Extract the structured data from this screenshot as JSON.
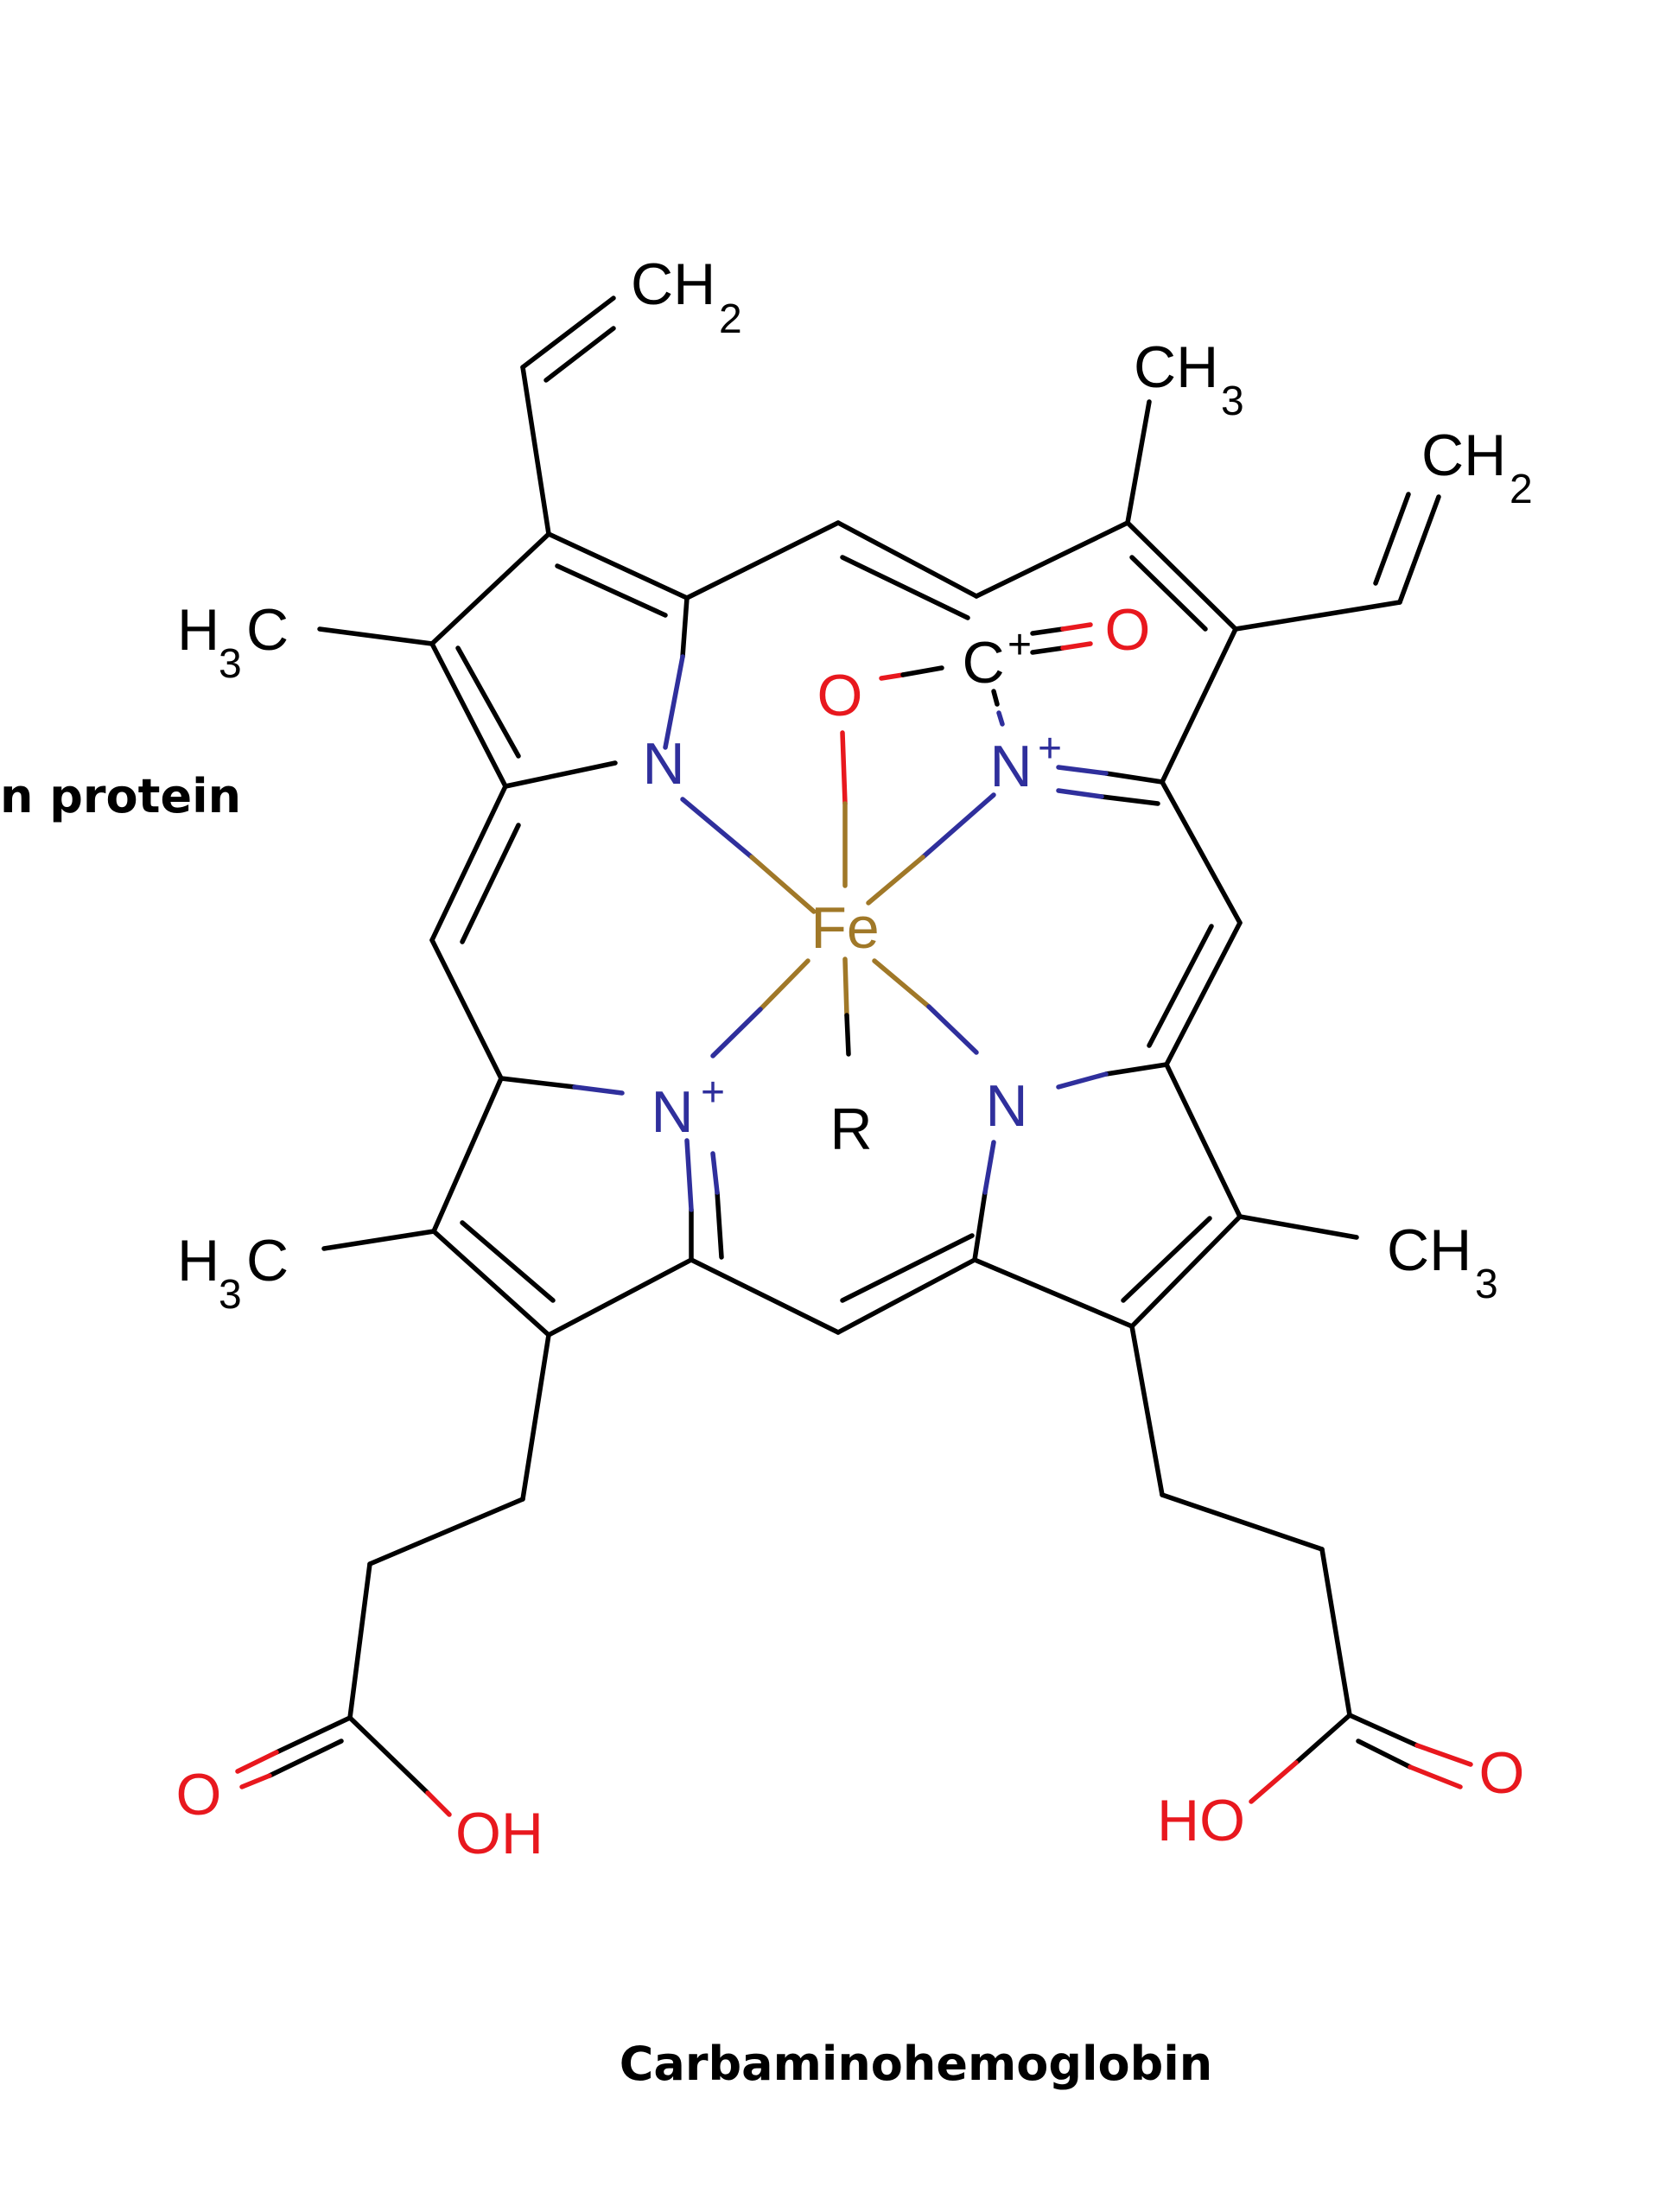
{
  "caption": "Carbaminohemoglobin",
  "side_label": "n protein",
  "atoms": {
    "fe": "Fe",
    "n1": "N",
    "n2": "N",
    "n3": "N",
    "n4": "N",
    "plus": "+",
    "r": "R",
    "o_bridge": "O",
    "c_carbonyl": "C",
    "o_carbonyl": "O",
    "ch2_1": "CH",
    "ch2_2": "CH",
    "ch3_1": "CH",
    "ch3_2": "CH",
    "h3c_1": "H",
    "h3c_2": "H",
    "c_suffix": "C",
    "sub2": "2",
    "sub3": "3",
    "o_acid_left": "O",
    "oh_left": "OH",
    "ho_right": "HO",
    "o_acid_right": "O"
  },
  "colors": {
    "bond": "#000000",
    "nitrogen": "#2f2f9c",
    "oxygen": "#e8181e",
    "iron": "#a07828",
    "text": "#000000"
  }
}
